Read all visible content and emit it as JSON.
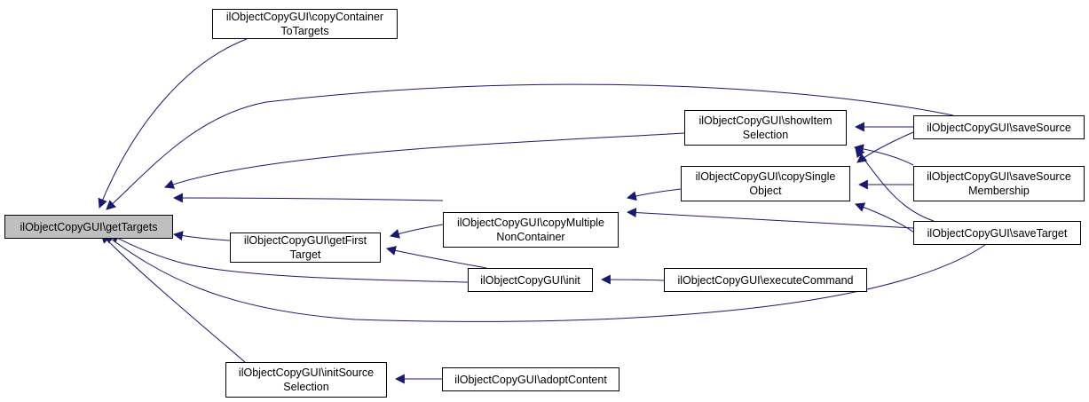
{
  "graph": {
    "edge_color": "#191970",
    "focus_fill": "#bfbfbf",
    "nodes": [
      {
        "id": "getTargets",
        "lines": [
          "ilObjectCopyGUI\\getTargets"
        ],
        "focus": true
      },
      {
        "id": "copyContainerToTargets",
        "lines": [
          "ilObjectCopyGUI\\copyContainer",
          "ToTargets"
        ]
      },
      {
        "id": "getFirstTarget",
        "lines": [
          "ilObjectCopyGUI\\getFirst",
          "Target"
        ]
      },
      {
        "id": "initSourceSelection",
        "lines": [
          "ilObjectCopyGUI\\initSource",
          "Selection"
        ]
      },
      {
        "id": "copyMultipleNonContainer",
        "lines": [
          "ilObjectCopyGUI\\copyMultiple",
          "NonContainer"
        ]
      },
      {
        "id": "init",
        "lines": [
          "ilObjectCopyGUI\\init"
        ]
      },
      {
        "id": "adoptContent",
        "lines": [
          "ilObjectCopyGUI\\adoptContent"
        ]
      },
      {
        "id": "showItemSelection",
        "lines": [
          "ilObjectCopyGUI\\showItem",
          "Selection"
        ]
      },
      {
        "id": "copySingleObject",
        "lines": [
          "ilObjectCopyGUI\\copySingle",
          "Object"
        ]
      },
      {
        "id": "executeCommand",
        "lines": [
          "ilObjectCopyGUI\\executeCommand"
        ]
      },
      {
        "id": "saveSource",
        "lines": [
          "ilObjectCopyGUI\\saveSource"
        ]
      },
      {
        "id": "saveSourceMembership",
        "lines": [
          "ilObjectCopyGUI\\saveSource",
          "Membership"
        ]
      },
      {
        "id": "saveTarget",
        "lines": [
          "ilObjectCopyGUI\\saveTarget"
        ]
      }
    ],
    "edges": [
      {
        "from": "copyContainerToTargets",
        "to": "getTargets"
      },
      {
        "from": "saveSource",
        "to": "getTargets"
      },
      {
        "from": "showItemSelection",
        "to": "getTargets"
      },
      {
        "from": "copyMultipleNonContainer",
        "to": "getTargets"
      },
      {
        "from": "getFirstTarget",
        "to": "getTargets"
      },
      {
        "from": "init",
        "to": "getTargets"
      },
      {
        "from": "saveTarget",
        "to": "getTargets"
      },
      {
        "from": "initSourceSelection",
        "to": "getTargets"
      },
      {
        "from": "copyMultipleNonContainer",
        "to": "getFirstTarget"
      },
      {
        "from": "init",
        "to": "getFirstTarget"
      },
      {
        "from": "copySingleObject",
        "to": "copyMultipleNonContainer"
      },
      {
        "from": "saveTarget",
        "to": "copyMultipleNonContainer"
      },
      {
        "from": "saveSource",
        "to": "showItemSelection"
      },
      {
        "from": "saveSourceMembership",
        "to": "showItemSelection"
      },
      {
        "from": "saveTarget",
        "to": "showItemSelection"
      },
      {
        "from": "saveSource",
        "to": "copySingleObject"
      },
      {
        "from": "saveSourceMembership",
        "to": "copySingleObject"
      },
      {
        "from": "saveTarget",
        "to": "copySingleObject"
      },
      {
        "from": "executeCommand",
        "to": "init"
      },
      {
        "from": "adoptContent",
        "to": "initSourceSelection"
      }
    ]
  }
}
